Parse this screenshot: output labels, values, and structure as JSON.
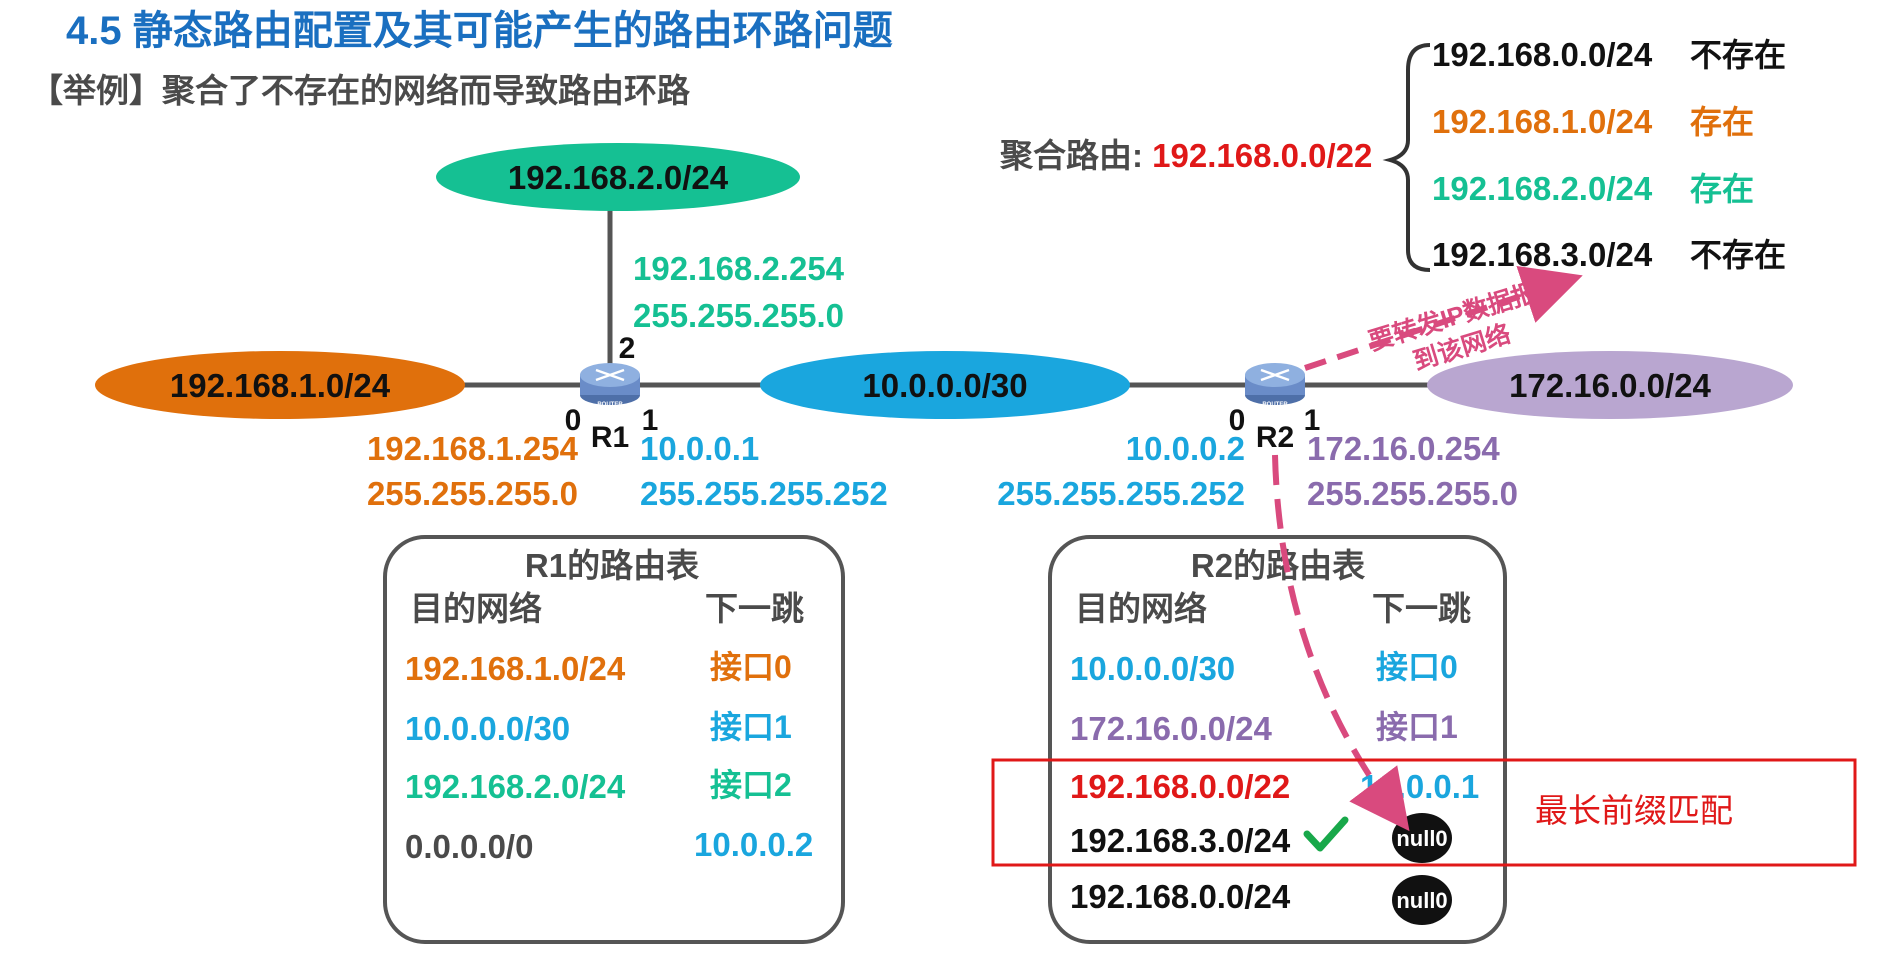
{
  "colors": {
    "title_blue": "#1a6fc0",
    "orange": "#e0700c",
    "teal": "#15c093",
    "blue": "#1aa6de",
    "purple": "#8a6bad",
    "red": "#e01818",
    "black": "#111111",
    "gray_text": "#4a4a4a",
    "pink_arrow": "#d94a7e",
    "green_check": "#18a84a"
  },
  "header": {
    "title": "4.5  静态路由配置及其可能产生的路由环路问题",
    "subtitle": "【举例】聚合了不存在的网络而导致路由环路"
  },
  "networks": {
    "top": "192.168.2.0/24",
    "left": "192.168.1.0/24",
    "middle": "10.0.0.0/30",
    "right": "172.16.0.0/24"
  },
  "routers": {
    "r1": {
      "name": "R1",
      "port0": "0",
      "port1": "1",
      "port2": "2",
      "icon_label": "ROUTER"
    },
    "r2": {
      "name": "R2",
      "port0": "0",
      "port1": "1",
      "icon_label": "ROUTER"
    }
  },
  "interfaces": {
    "r1_if2_ip": "192.168.2.254",
    "r1_if2_mask": "255.255.255.0",
    "r1_if0_ip": "192.168.1.254",
    "r1_if0_mask": "255.255.255.0",
    "r1_if1_ip": "10.0.0.1",
    "r1_if1_mask": "255.255.255.252",
    "r2_if0_ip": "10.0.0.2",
    "r2_if0_mask": "255.255.255.252",
    "r2_if1_ip": "172.16.0.254",
    "r2_if1_mask": "255.255.255.0"
  },
  "aggregate": {
    "label": "聚合路由: ",
    "route": "192.168.0.0/22",
    "items": [
      {
        "net": "192.168.0.0/24",
        "status": "不存在"
      },
      {
        "net": "192.168.1.0/24",
        "status": "存在"
      },
      {
        "net": "192.168.2.0/24",
        "status": "存在"
      },
      {
        "net": "192.168.3.0/24",
        "status": "不存在"
      }
    ]
  },
  "forward_note": {
    "line1": "要转发IP数据报",
    "line2": "到该网络"
  },
  "r1_table": {
    "title": "R1的路由表",
    "col_dest": "目的网络",
    "col_next": "下一跳",
    "rows": [
      {
        "dest": "192.168.1.0/24",
        "next": "接口0"
      },
      {
        "dest": "10.0.0.0/30",
        "next": "接口1"
      },
      {
        "dest": "192.168.2.0/24",
        "next": "接口2"
      },
      {
        "dest": "0.0.0.0/0",
        "next": "10.0.0.2"
      }
    ]
  },
  "r2_table": {
    "title": "R2的路由表",
    "col_dest": "目的网络",
    "col_next": "下一跳",
    "rows": [
      {
        "dest": "10.0.0.0/30",
        "next": "接口0"
      },
      {
        "dest": "172.16.0.0/24",
        "next": "接口1"
      },
      {
        "dest": "192.168.0.0/22",
        "next": "10.0.0.1"
      },
      {
        "dest": "192.168.3.0/24",
        "next": "null0"
      },
      {
        "dest": "192.168.0.0/24",
        "next": "null0"
      }
    ]
  },
  "longest_prefix": "最长前缀匹配"
}
